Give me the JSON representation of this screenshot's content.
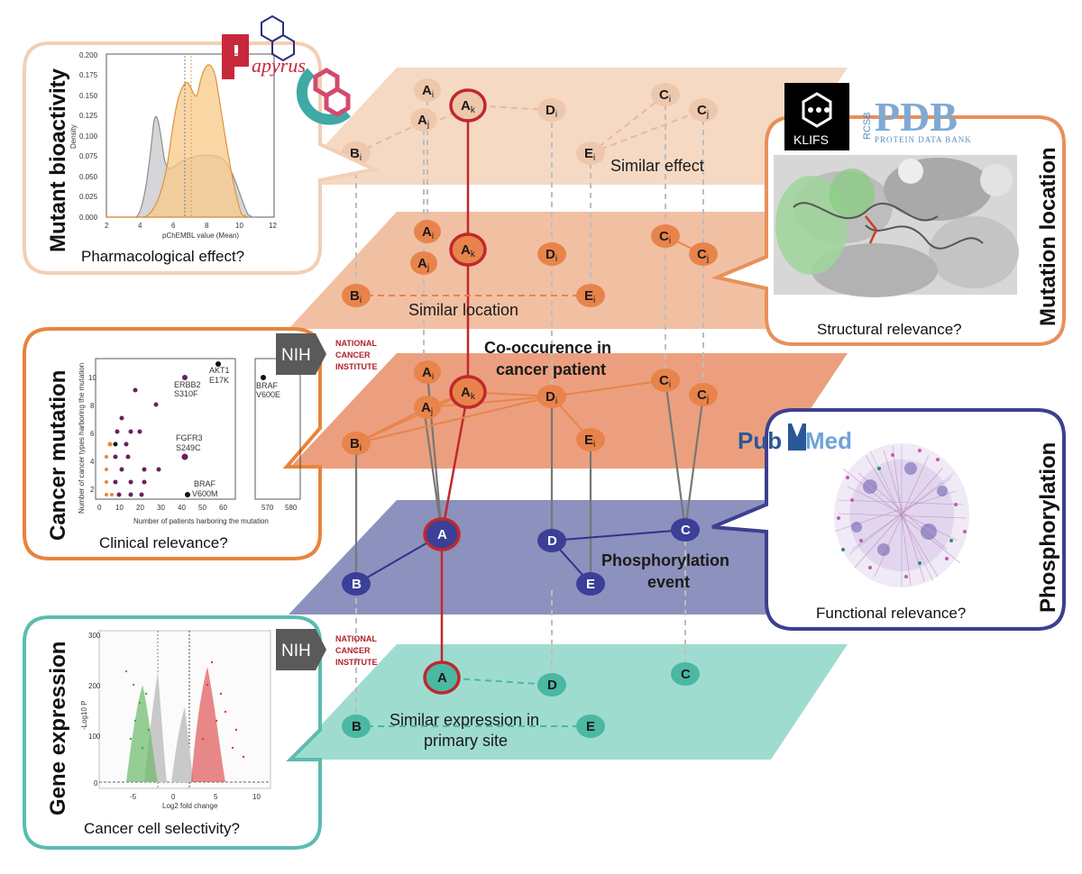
{
  "colors": {
    "layer_bioactivity": "#f5d9c3",
    "layer_location": "#f1c0a3",
    "layer_cancer": "#ec9f7e",
    "layer_phospho": "#8d91bd",
    "layer_expression": "#9fdcd0",
    "node_light": "#eec8ac",
    "node_orange": "#e8844b",
    "node_blue": "#3b3f98",
    "node_teal": "#4ab8a3",
    "highlight_red": "#c0282d",
    "panel_bioactivity": "#f2cfb6",
    "panel_location": "#e8905a",
    "panel_cancer": "#e8843c",
    "panel_phospho": "#3d3f8f",
    "panel_expression": "#5bbcb0"
  },
  "layers": {
    "bioactivity": {
      "label": "Similar effect"
    },
    "location": {
      "label": "Similar location"
    },
    "cancer": {
      "label_line1": "Co-occurence in",
      "label_line2": "cancer patient"
    },
    "phospho": {
      "label_line1": "Phosphorylation",
      "label_line2": "event"
    },
    "expression": {
      "label_line1": "Similar expression in",
      "label_line2": "primary site"
    }
  },
  "nodes": {
    "bioactivity": {
      "ai": "A",
      "aj": "A",
      "ak": "A",
      "bi": "B",
      "di": "D",
      "ei": "E",
      "ci": "C",
      "cj": "C",
      "sub_i": "i",
      "sub_j": "j",
      "sub_k": "k"
    },
    "location": {
      "ai": "A",
      "aj": "A",
      "ak": "A",
      "bi": "B",
      "di": "D",
      "ei": "E",
      "ci": "C",
      "cj": "C",
      "sub_i": "i",
      "sub_j": "j",
      "sub_k": "k"
    },
    "cancer": {
      "ai": "A",
      "aj": "A",
      "ak": "A",
      "bi": "B",
      "di": "D",
      "ei": "E",
      "ci": "C",
      "cj": "C",
      "sub_i": "i",
      "sub_j": "j",
      "sub_k": "k"
    },
    "phospho": {
      "a": "A",
      "b": "B",
      "c": "C",
      "d": "D",
      "e": "E"
    },
    "expression": {
      "a": "A",
      "b": "B",
      "c": "C",
      "d": "D",
      "e": "E"
    }
  },
  "panels": {
    "bioactivity": {
      "title": "Mutant bioactivity",
      "question": "Pharmacological effect?",
      "logo_text": "apyrus",
      "plot_ylabel": "Density",
      "plot_xlabel": "pChEMBL value (Mean)",
      "yticks": [
        "0.200",
        "0.175",
        "0.150",
        "0.125",
        "0.100",
        "0.075",
        "0.050",
        "0.025",
        "0.000"
      ],
      "xticks": [
        "2",
        "4",
        "6",
        "8",
        "10",
        "12"
      ]
    },
    "location": {
      "title": "Mutation location",
      "question": "Structural relevance?",
      "klifs_text": "KLIFS",
      "pdb_text": "PDB",
      "rcsb_text": "RCSB",
      "pdb_sub": "PROTEIN DATA BANK"
    },
    "cancer": {
      "title": "Cancer mutation",
      "question": "Clinical relevance?",
      "nih_text": "NIH",
      "nci_line1": "NATIONAL",
      "nci_line2": "CANCER",
      "nci_line3": "INSTITUTE",
      "plot_ylabel": "Number of cancer types harboring the mutation",
      "plot_xlabel": "Number of patients harboring the mutation",
      "yticks": [
        "10",
        "8",
        "6",
        "4",
        "2"
      ],
      "xticks": [
        "0",
        "10",
        "20",
        "30",
        "40",
        "50",
        "60"
      ],
      "xticks_right": [
        "570",
        "580"
      ],
      "annotations": {
        "akt1_a": "AKT1",
        "akt1_b": "E17K",
        "erbb2_a": "ERBB2",
        "erbb2_b": "S310F",
        "fgfr3_a": "FGFR3",
        "fgfr3_b": "S249C",
        "brafm_a": "BRAF",
        "brafm_b": "V600M",
        "brafe_a": "BRAF",
        "brafe_b": "V600E"
      }
    },
    "phospho": {
      "title": "Phosphorylation",
      "question": "Functional relevance?",
      "logo_pub": "Pub",
      "logo_med": "Med"
    },
    "expression": {
      "title": "Gene expression",
      "question": "Cancer cell selectivity?",
      "nih_text": "NIH",
      "nci_line1": "NATIONAL",
      "nci_line2": "CANCER",
      "nci_line3": "INSTITUTE",
      "plot_xlabel": "Log2 fold change",
      "plot_ylabel": "-Log10 P",
      "yticks": [
        "300",
        "200",
        "100",
        "0"
      ],
      "xticks": [
        "-5",
        "0",
        "5",
        "10"
      ]
    }
  }
}
